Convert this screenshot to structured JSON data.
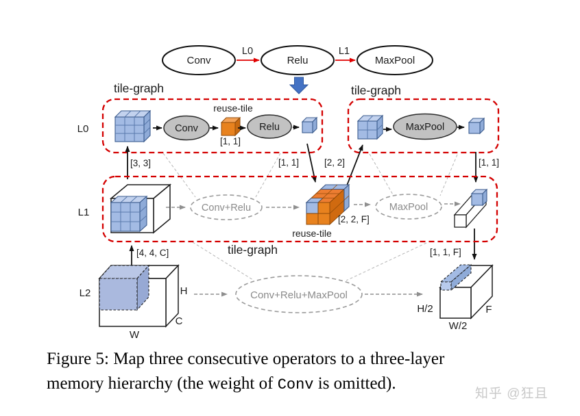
{
  "figure": {
    "operator_graph": {
      "nodes": [
        "Conv",
        "Relu",
        "MaxPool"
      ],
      "edge_labels": [
        "L0",
        "L1"
      ]
    },
    "tile_graph": {
      "left": "tile-graph",
      "right": "tile-graph",
      "bottom": "tile-graph"
    },
    "memory_levels": {
      "l0": "L0",
      "l1": "L1",
      "l2": "L2"
    },
    "l0_left_graph": {
      "op1": "Conv",
      "op2": "Relu",
      "reuse_tile_label": "reuse-tile",
      "reuse_tile_size": "[1, 1]"
    },
    "l0_right_graph": {
      "op": "MaxPool"
    },
    "l1_graph": {
      "op1": "Conv+Relu",
      "op2": "MaxPool",
      "reuse_tile_label": "reuse-tile",
      "reuse_tile_size": "[2, 2, F]"
    },
    "l2_graph": {
      "op": "Conv+Relu+MaxPool"
    },
    "transfers": {
      "l1_to_l0_left": "[3, 3]",
      "l0_left_to_l1": "[1, 1]",
      "l1_to_l0_right": "[2, 2]",
      "l0_right_to_l1": "[1, 1]",
      "l2_to_l1": "[4, 4, C]",
      "l1_to_l2": "[1, 1, F]"
    },
    "l2_dims": {
      "h": "H",
      "w": "W",
      "c": "C"
    },
    "out_dims": {
      "h": "H/2",
      "w": "W/2",
      "f": "F"
    }
  },
  "caption": {
    "line1": "Figure 5: Map three consecutive operators to a three-layer",
    "line2_pre": "memory hierarchy (the weight of ",
    "line2_code": "Conv",
    "line2_post": " is omitted)."
  },
  "watermark": "知乎 @狂且",
  "colors": {
    "red_accent": "#d40000",
    "blue_tensor": "#a3bbe4",
    "orange_tile": "#ed7d31",
    "node_gray": "#c2c2c2",
    "flow_arrow_blue": "#4472c4"
  }
}
